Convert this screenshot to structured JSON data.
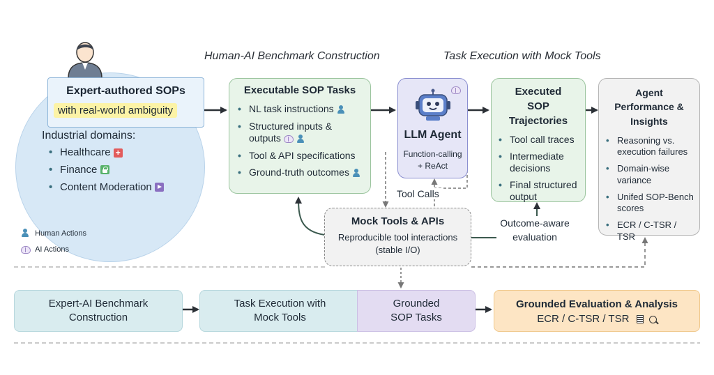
{
  "headers": {
    "construction": "Human-AI Benchmark Construction",
    "execution": "Task Execution with Mock Tools"
  },
  "sop_source": {
    "title": "Expert-authored SOPs",
    "highlight": "with real-world ambiguity",
    "domains_label": "Industrial domains:",
    "domains": [
      "Healthcare",
      "Finance",
      "Content Moderation"
    ]
  },
  "legend": {
    "human": "Human Actions",
    "ai": "AI Actions"
  },
  "executable_tasks": {
    "title": "Executable SOP Tasks",
    "items": [
      "NL task instructions",
      "Structured inputs & outputs",
      "Tool & API specifications",
      "Ground-truth outcomes"
    ]
  },
  "agent": {
    "title": "LLM Agent",
    "subtitle": "Function-calling + ReAct"
  },
  "trajectories": {
    "title": "Executed SOP Trajectories",
    "items": [
      "Tool call traces",
      "Intermediate decisions",
      "Final structured output"
    ]
  },
  "performance": {
    "title": "Agent Performance & Insights",
    "items": [
      "Reasoning vs. execution failures",
      "Domain-wise variance",
      "Unifed SOP-Bench scores",
      "ECR / C-TSR / TSR"
    ]
  },
  "mock_tools": {
    "title": "Mock Tools & APIs",
    "desc": "Reproducible tool interactions (stable I/O)"
  },
  "labels": {
    "tool_calls": "Tool Calls",
    "outcome_eval": "Outcome-aware evaluation"
  },
  "pipeline": {
    "step1": "Expert-AI Benchmark Construction",
    "step2": "Task Execution with Mock Tools",
    "step3": "Grounded SOP Tasks",
    "step4_title": "Grounded Evaluation & Analysis",
    "step4_metrics": "ECR / C-TSR / TSR"
  },
  "colors": {
    "accent_green": "#5f8f4a",
    "accent_blue": "#5b7fc9",
    "circle_fill": "#d7e8f6",
    "pipeline_teal": "#d9ecef",
    "pipeline_purple": "#e3dcf2",
    "pipeline_orange": "#fde5c4"
  },
  "icons": {
    "person": "person-icon",
    "healthcare": "medical-cross-icon",
    "finance": "lock-icon",
    "moderation": "play-icon",
    "robot": "robot-icon",
    "brain": "brain-icon"
  }
}
